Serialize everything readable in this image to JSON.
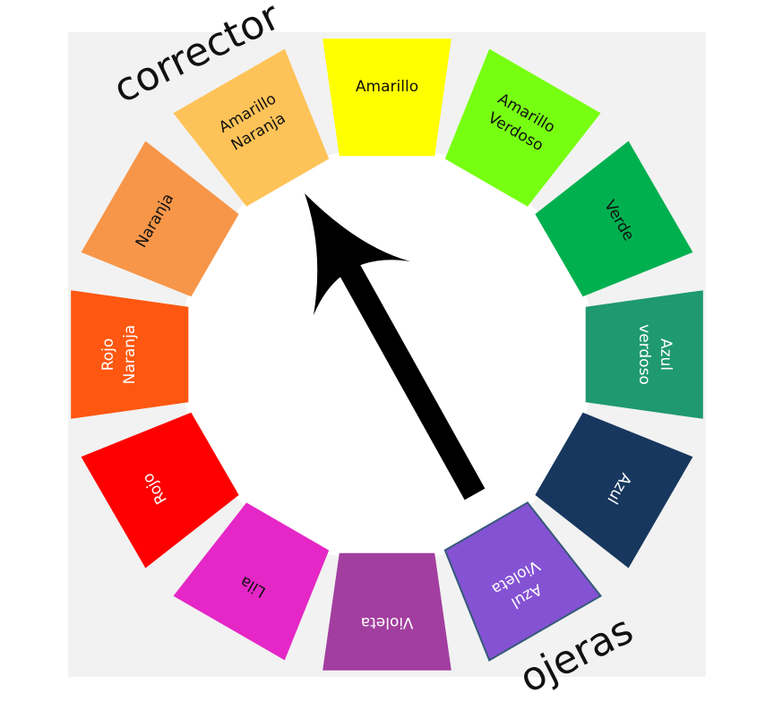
{
  "segments": [
    {
      "lines": [
        "Amarillo"
      ],
      "color": "#ffff00",
      "text_color": "#111111"
    },
    {
      "lines": [
        "Amarillo",
        "Verdoso"
      ],
      "color": "#77ff11",
      "text_color": "#111111"
    },
    {
      "lines": [
        "Verde"
      ],
      "color": "#00b04f",
      "text_color": "#111111"
    },
    {
      "lines": [
        "Azul",
        "verdoso"
      ],
      "color": "#1f9970",
      "text_color": "#ffffff"
    },
    {
      "lines": [
        "Azul"
      ],
      "color": "#17375e",
      "text_color": "#ffffff"
    },
    {
      "lines": [
        "Azul",
        "Violeta"
      ],
      "color": "#8452d3",
      "text_color": "#ffffff",
      "border": "#355a78"
    },
    {
      "lines": [
        "Violeta"
      ],
      "color": "#a23e9f",
      "text_color": "#ffffff"
    },
    {
      "lines": [
        "Lila"
      ],
      "color": "#e427c6",
      "text_color": "#111111"
    },
    {
      "lines": [
        "Rojo"
      ],
      "color": "#ff0000",
      "text_color": "#ffffff"
    },
    {
      "lines": [
        "Rojo",
        "Naranja"
      ],
      "color": "#fe5711",
      "text_color": "#ffffff"
    },
    {
      "lines": [
        "Naranja"
      ],
      "color": "#f79649",
      "text_color": "#111111"
    },
    {
      "lines": [
        "Amarillo",
        "Naranja"
      ],
      "color": "#fec358",
      "text_color": "#111111"
    }
  ],
  "labels": {
    "corrector": "corrector",
    "ojeras": "ojeras"
  },
  "arrow": {
    "from": "Azul Violeta",
    "to": "Amarillo Naranja",
    "color": "#000000"
  }
}
